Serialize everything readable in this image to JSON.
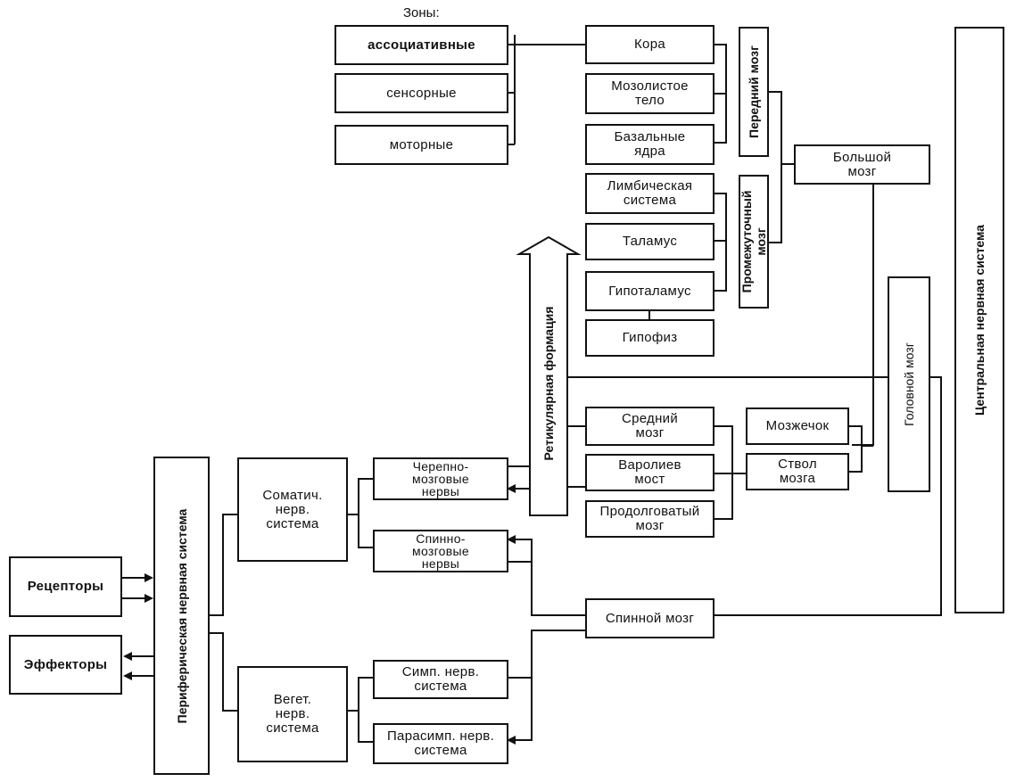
{
  "zones_title": "Зоны:",
  "zones": {
    "associative": "ассоциативные",
    "sensory": "сенсорные",
    "motor": "моторные"
  },
  "forebrain_parts": {
    "cortex": "Кора",
    "corpus_callosum": "Мозолистое\nтело",
    "basal_ganglia": "Базальные\nядра"
  },
  "diencephalon_parts": {
    "limbic": "Лимбическая\nсистема",
    "thalamus": "Таламус",
    "hypothalamus": "Гипоталамус",
    "pituitary": "Гипофиз"
  },
  "groups": {
    "forebrain": "Передний мозг",
    "diencephalon": "Промежуточный\nмозг",
    "cerebrum": "Большой\nмозг",
    "reticular": "Ретикулярная формация",
    "head_brain": "Головной мозг",
    "cns": "Центральная нервная система",
    "pns": "Периферическая нервная система"
  },
  "brainstem_parts": {
    "midbrain": "Средний\nмозг",
    "pons": "Варолиев\nмост",
    "medulla": "Продолговатый\nмозг",
    "cerebellum": "Мозжечок",
    "brainstem": "Ствол\nмозга"
  },
  "nerves": {
    "cranial": "Черепно-\nмозговые\nнервы",
    "spinal": "Спинно-\nмозговые\nнервы",
    "spinal_cord": "Спинной мозг"
  },
  "autonomic": {
    "somatic": "Соматич.\nнерв.\nсистема",
    "vegetative": "Вегет.\nнерв.\nсистема",
    "sympathetic": "Симп. нерв.\nсистема",
    "parasympathetic": "Парасимп. нерв.\nсистема"
  },
  "periphery": {
    "receptors": "Рецепторы",
    "effectors": "Эффекторы"
  }
}
